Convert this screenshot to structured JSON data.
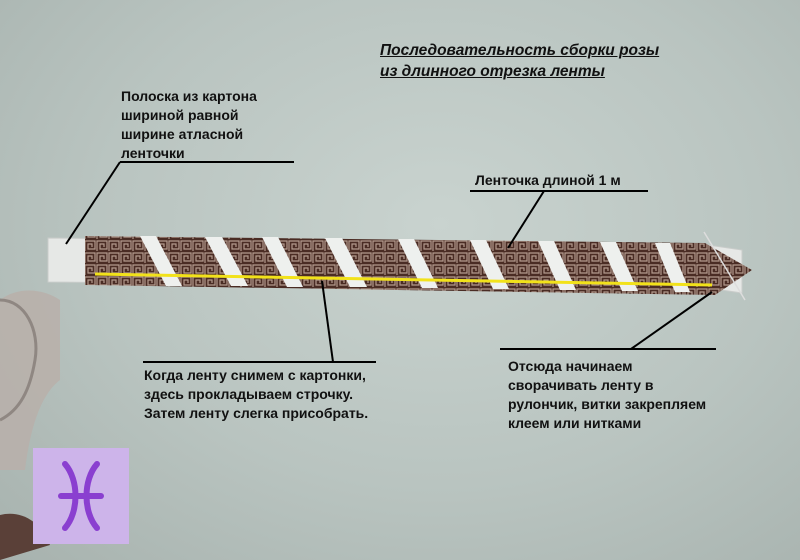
{
  "title": {
    "line1": "Последовательность сборки розы",
    "line2": "из длинного отрезка ленты"
  },
  "labels": {
    "cardboard": {
      "line1": "Полоска из картона",
      "line2": "шириной  равной",
      "line3": "ширине атласной",
      "line4": "ленточки"
    },
    "ribbon_length": {
      "line1": "Ленточка длиной 1 м"
    },
    "stitch": {
      "line1": "Когда ленту снимем с картонки,",
      "line2": "здесь прокладываем строчку.",
      "line3": "Затем ленту слегка присобрать."
    },
    "start": {
      "line1": "Отсюда  начинаем",
      "line2": "сворачивать ленту в",
      "line3": "рулончик, витки закрепляем",
      "line4": "клеем или нитками"
    }
  },
  "logo": {
    "icon": "pisces-symbol-icon",
    "bg": "#cdb4ea",
    "color": "#8a3fd0"
  },
  "colors": {
    "ribbon": "#5a3a30",
    "stitch_line": "#f2e21a",
    "paper": "#e8ebe9",
    "background": "#bcc6c2"
  }
}
